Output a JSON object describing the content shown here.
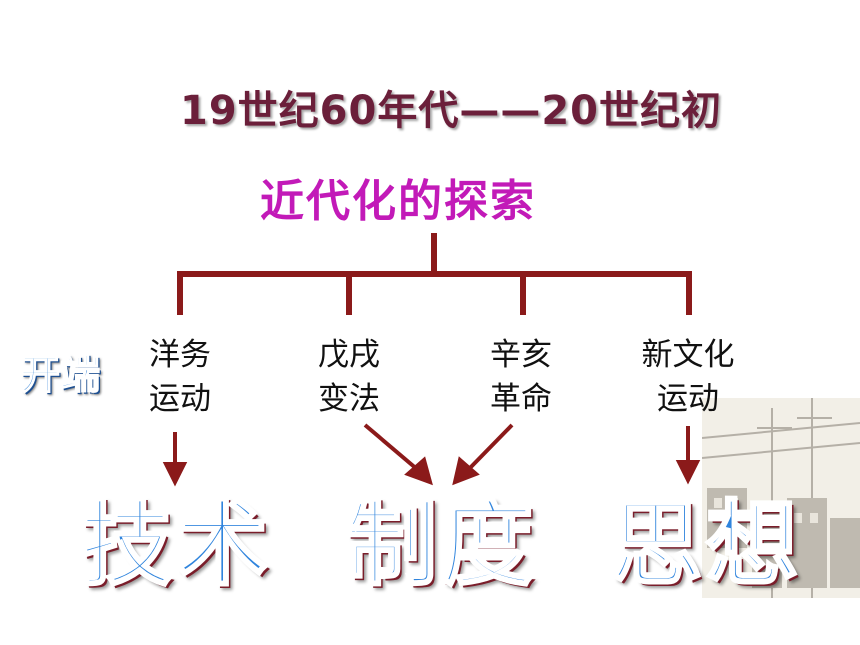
{
  "period": "19世纪60年代——20世纪初",
  "topic": "近代化的探索",
  "side_label": "开端",
  "branches": [
    {
      "line1": "洋务",
      "line2": "运动"
    },
    {
      "line1": "戊戌",
      "line2": "变法"
    },
    {
      "line1": "辛亥",
      "line2": "革命"
    },
    {
      "line1": "新文化",
      "line2": "运动"
    }
  ],
  "outcomes": [
    "技术",
    "制度",
    "思想"
  ],
  "colors": {
    "period_text": "#6b1f3a",
    "topic_text": "#c21ab8",
    "connector": "#8b1a1a",
    "outcome_fill": "#2f84dd"
  }
}
